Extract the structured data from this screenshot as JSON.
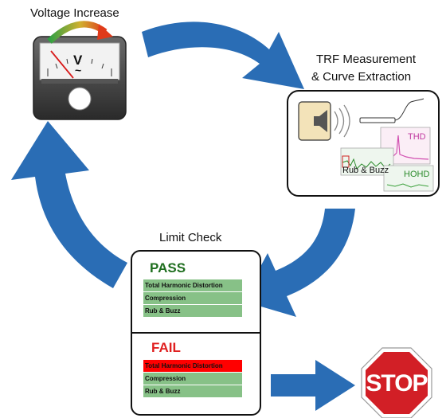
{
  "steps": {
    "voltage_label": "Voltage Increase",
    "trf_label_line1": "TRF Measurement",
    "trf_label_line2": "& Curve Extraction",
    "limit_label": "Limit Check"
  },
  "meter": {
    "unit_label": "V",
    "ac_symbol": "~"
  },
  "trf_panel": {
    "thd_label": "THD",
    "rub_buzz_label": "Rub & Buzz",
    "hohd_label": "HOHD"
  },
  "limit_check": {
    "pass_title": "PASS",
    "pass_rows": [
      "Total Harmonic Distortion",
      "Compression",
      "Rub & Buzz"
    ],
    "fail_title": "FAIL",
    "fail_rows": [
      "Total Harmonic Distortion",
      "Compression",
      "Rub & Buzz"
    ],
    "failed_row_index": 0
  },
  "stop_sign": {
    "text": "STOP"
  },
  "colors": {
    "arrow_blue": "#2a6db5",
    "pass_green": "#1f6e1f",
    "row_green": "#87c187",
    "fail_red": "#ff0000",
    "stop_red": "#d21f26"
  }
}
